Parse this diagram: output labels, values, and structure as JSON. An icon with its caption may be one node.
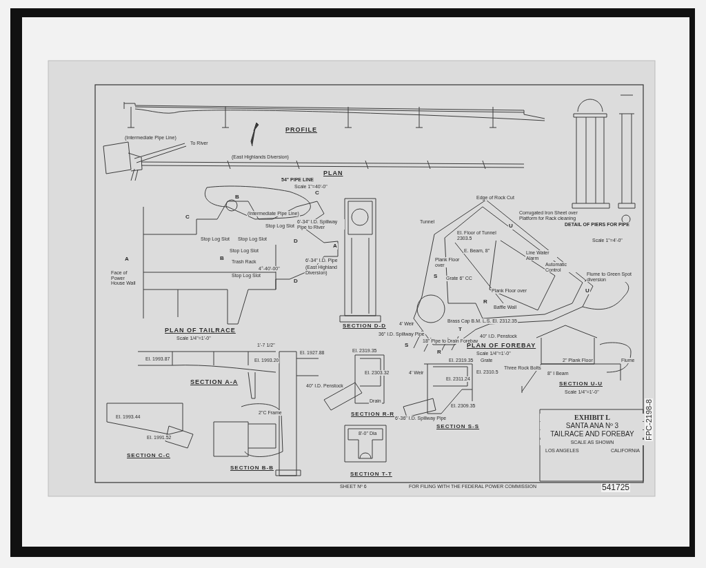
{
  "diagram": {
    "labels": [
      "PROFILE",
      "(Intermediate Pipe Line)",
      "To River",
      "(East Highlands Diversion)",
      "PLAN",
      "54\" PIPE LINE",
      "Scale 1\"=40'-0\"",
      "B",
      "C",
      "(Intermediate Pipe Line)",
      "C",
      "Stop Log Slot",
      "Stop Log Slot",
      "Stop Log Slot",
      "6'-34\" I.D. Spillway Pipe to River",
      "D",
      "A",
      "A",
      "B",
      "Stop Log Slot",
      "Trash Rack",
      "Stop Log Slot",
      "4°-40'-00\"",
      "6'-34\" I.D. Pipe",
      "(East Highland Diversion)",
      "D",
      "Face of Power House Wall",
      "PLAN OF TAILRACE",
      "Scale 1/4\"=1'-0\"",
      "SECTION D-D",
      "Edge of Rock Cut",
      "Tunnel",
      "El. Floor of Tunnel 2303.5",
      "E. Beam, 8\"",
      "Corrugated Iron Sheet over Platform for Rack cleaning",
      "U",
      "Line Water Alarm",
      "Automatic Control",
      "Plank Floor over",
      "S",
      "Grate 6\" CC",
      "Flume to Green Spot diversion",
      "Plank Floor over",
      "U",
      "R",
      "Baffle Wall",
      "4' Weir",
      "Brass Cap B.M. L.S. El. 2312.35",
      "T",
      "36\" I.D. Spillway Pipe",
      "18\" Pipe to Drain Forebay",
      "40\" I.D. Penstock",
      "S",
      "R",
      "PLAN OF FOREBAY",
      "Scale 1/4\"=1'-0\"",
      "DETAIL OF PIERS FOR PIPE",
      "Scale 1\"=4'-0\"",
      "1'-7 1/2\"",
      "El. 1993.87",
      "El. 1993.20",
      "El. 1927.88",
      "SECTION A-A",
      "El. 2319.35",
      "El. 2303.32",
      "40\" I.D. Penstock",
      "Drain",
      "SECTION R-R",
      "El. 1993.44",
      "El. 1991.52",
      "SECTION C-C",
      "2\"C Frame",
      "SECTION B-B",
      "8'-0\" Dia",
      "SECTION T-T",
      "4' Weir",
      "El. 2319.35",
      "El. 2311.24",
      "Grate",
      "El. 2310.5",
      "El. 2309.35",
      "6'-36\" I.D. Spillway Pipe",
      "SECTION S-S",
      "Three Rock Bolts",
      "2\" Plank Floor",
      "Flume",
      "8\" I Beam",
      "SECTION U-U",
      "Scale 1/4\"=1'-0\"",
      "EXHIBIT L",
      "SANTA ANA Nº 3",
      "TAILRACE AND FOREBAY",
      "SCALE AS SHOWN",
      "LOS ANGELES",
      "CALIFORNIA",
      "SHEET Nº 6",
      "FOR FILING WITH THE FEDERAL POWER COMMISSION",
      "541725",
      "FPC-2198-8"
    ]
  }
}
